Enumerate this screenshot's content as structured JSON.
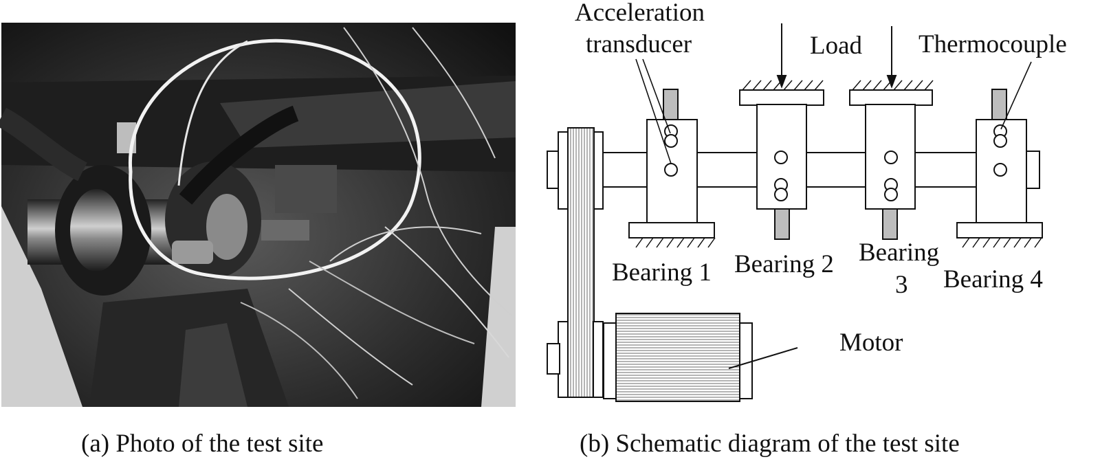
{
  "panel_a": {
    "caption": "(a) Photo of the test site"
  },
  "panel_b": {
    "caption": "(b) Schematic diagram of the test site",
    "labels": {
      "acceleration_transducer_line1": "Acceleration",
      "acceleration_transducer_line2": "transducer",
      "load": "Load",
      "thermocouple": "Thermocouple",
      "bearing_1": "Bearing 1",
      "bearing_2": "Bearing 2",
      "bearing_3_line1": "Bearing",
      "bearing_3_line2": "3",
      "bearing_4": "Bearing 4",
      "motor": "Motor"
    }
  }
}
